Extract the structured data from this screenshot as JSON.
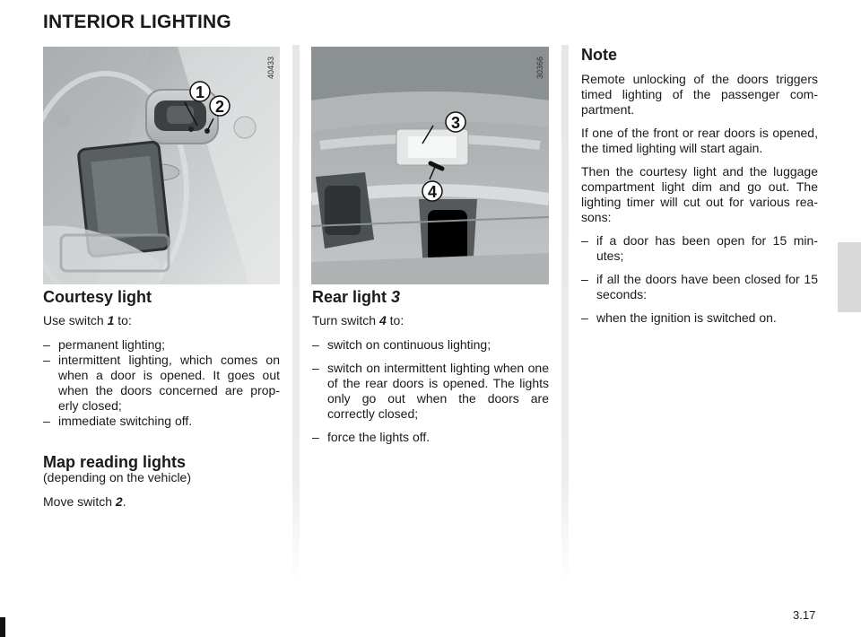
{
  "page": {
    "title": "INTERIOR LIGHTING",
    "page_number": "3.17"
  },
  "photos": {
    "left": {
      "ref": "40433",
      "callouts": [
        "1",
        "2"
      ]
    },
    "right": {
      "ref": "30366",
      "callouts": [
        "3",
        "4"
      ]
    }
  },
  "courtesy": {
    "heading": "Courtesy light",
    "intro_pre": "Use switch ",
    "intro_num": "1",
    "intro_post": " to:",
    "items": [
      "permanent lighting;",
      "intermittent lighting, which comes on when a door is opened. It goes out when the doors concerned are prop-erly closed;",
      "immediate switching off."
    ]
  },
  "map": {
    "heading": "Map reading lights",
    "sub": "(depending on the vehicle)",
    "text_pre": "Move switch ",
    "text_num": "2",
    "text_post": "."
  },
  "rear": {
    "heading": "Rear light ",
    "heading_num": "3",
    "intro_pre": "Turn switch ",
    "intro_num": "4",
    "intro_post": " to:",
    "items": [
      "switch on continuous lighting;",
      "switch on intermittent lighting when one of the rear doors is opened. The lights only go out when the doors are correctly closed;",
      "force the lights off."
    ]
  },
  "note": {
    "heading": "Note",
    "paragraphs": [
      "Remote unlocking of the doors triggers timed lighting of the passenger com-partment.",
      "If one of the front or rear doors is opened, the timed lighting will start again.",
      "Then the courtesy light and the luggage compartment light dim and go out. The lighting timer will cut out for various rea-sons:"
    ],
    "items": [
      "if a door has been open for 15 min-utes;",
      "if all the doors have been closed for 15 seconds:",
      "when the ignition is switched on."
    ]
  },
  "dash": "–"
}
